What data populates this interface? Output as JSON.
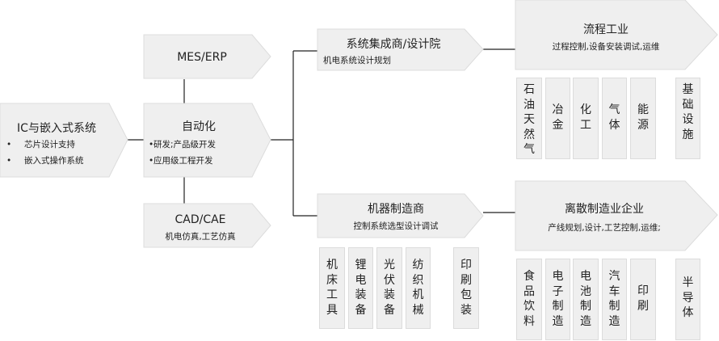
{
  "ic": {
    "title": "IC与嵌入式系统",
    "bullets": [
      "芯片设计支持",
      "嵌入式操作系统"
    ]
  },
  "mes": {
    "title": "MES/ERP"
  },
  "automation": {
    "title": "自动化",
    "bullets": [
      "研发;产品级开发",
      "应用级工程开发"
    ]
  },
  "cad": {
    "title": "CAD/CAE",
    "subtitle": "机电仿真,工艺仿真"
  },
  "integrator": {
    "title": "系统集成商/设计院",
    "subtitle": "机电系统设计规划"
  },
  "machinery": {
    "title": "机器制造商",
    "subtitle": "控制系统选型设计调试"
  },
  "process": {
    "title": "流程工业",
    "subtitle": "过程控制,设备安装调试,运维",
    "tiles": [
      "石油天然气",
      "冶金",
      "化工",
      "气体",
      "能源",
      "基础设施"
    ]
  },
  "discrete": {
    "title": "离散制造业企业",
    "subtitle": "产线规划,设计,工艺控制,运维;",
    "tiles": [
      "食品饮料",
      "电子制造",
      "电池制造",
      "汽车制造",
      "印刷",
      "半导体"
    ]
  },
  "machine_tiles": [
    "机床工具",
    "锂电装备",
    "光伏装备",
    "纺织机械",
    "印刷包装"
  ],
  "colors": {
    "fill": "#efefef",
    "border": "#dcdcdc",
    "line": "#222222"
  }
}
